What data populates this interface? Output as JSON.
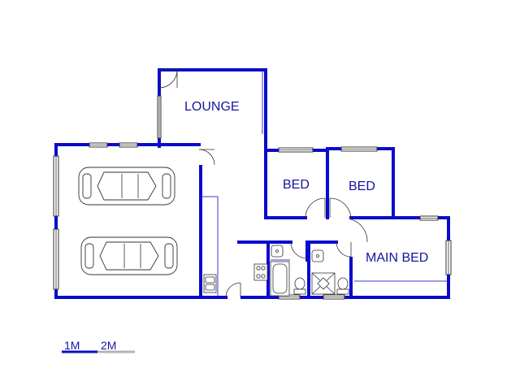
{
  "rooms": {
    "lounge": "LOUNGE",
    "bed_1": "BED",
    "bed_2": "BED",
    "main_bed": "MAIN BED"
  },
  "scale_bar": {
    "label_1": "1M",
    "label_2": "2M"
  },
  "colors": {
    "wall": "#0a0acd",
    "label": "#1414a0",
    "thin_line": "#3a3ad0",
    "scale_dark": "#0a0acd",
    "scale_light": "#b4b4b4"
  }
}
